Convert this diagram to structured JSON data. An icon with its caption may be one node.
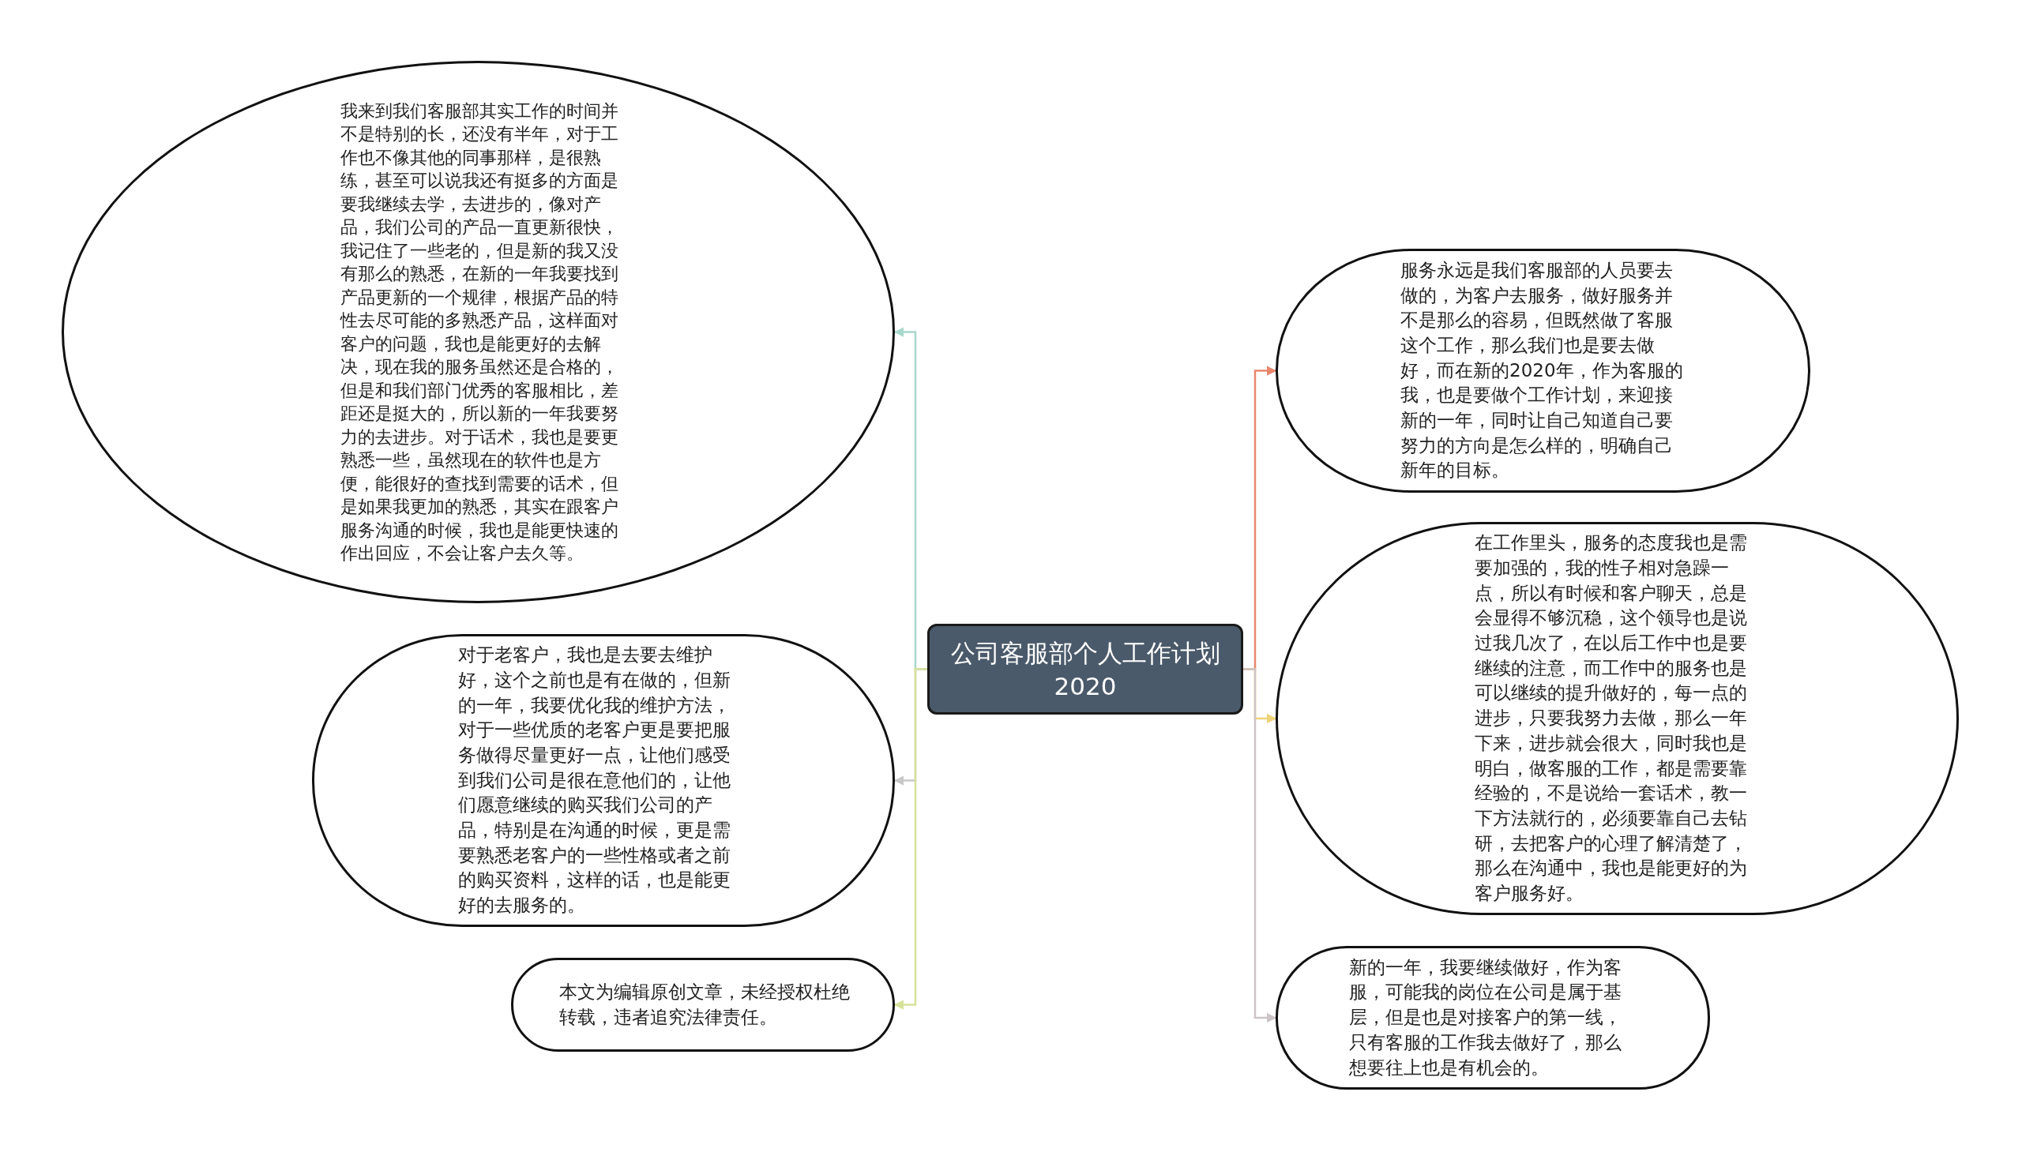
{
  "diagram": {
    "nodes": [
      {
        "text": [
          "公司客服部个人工作计划2020"
        ]
      },
      {
        "text": [
          "我来到我们客服部其实工作的时间并不是特别的长，还没有半年，对于工作也不像其他的同事那样，是很熟练，甚至可以说我还有挺多的方面是要我继续去学，去进步的，像对产品，我们公司的产品一直更新很快，我记住了一些老的，但是新的我又没有那么的熟悉，在新的一年我要找到产品更新的一个规律，根据产品的特性去尽可能的多熟悉产品，这样面对客户的问题，我也是能更好的去解决，现在我的服务虽然还是合格的，但是和我们部门优秀的客服相比，差距还是挺大的，所以新的一年我要努力的去进步。对于话术，我也是要更熟悉一些，虽然现在的软件也是方便，能很好的查找到需要的话术，但是如果我更加的熟悉，其实在跟客户服务沟通的时候，我也是能更快速的作出回应，不会让客户去久等。"
        ]
      },
      {
        "text": [
          "对于老客户，我也是去要去维护好，这个之前也是有在做的，但新的一年，我要优化我的维护方法，对于一些优质的老客户更是要把服务做得尽量更好一点，让他们感受到我们公司是很在意他们的，让他们愿意继续的购买我们公司的产品，特别是在沟通的时候，更是需要熟悉老客户的一些性格或者之前的购买资料，这样的话，也是能更好的去服务的。"
        ]
      },
      {
        "text": [
          "本文为编辑原创文章，未经授权杜绝转载，违者追究法律责任。"
        ]
      },
      {
        "text": [
          "服务永远是我们客服部的人员要去做的，为客户去服务，做好服务并不是那么的容易，但既然做了客服这个工作，那么我们也是要去做好，而在新的2020年，作为客服的我，也是要做个工作计划，来迎接新的一年，同时让自己知道自己要努力的方向是怎么样的，明确自己新年的目标。"
        ]
      },
      {
        "text": [
          "在工作里头，服务的态度我也是需要加强的，我的性子相对急躁一点，所以有时候和客户聊天，总是会显得不够沉稳，这个领导也是说过我几次了，在以后工作中也是要继续的注意，而工作中的服务也是可以继续的提升做好的，每一点的进步，只要我努力去做，那么一年下来，进步就会很大，同时我也是明白，做客服的工作，都是需要靠经验的，不是说给一套话术，教一下方法就行的，必须要靠自己去钻研，去把客户的心理了解清楚了，那么在沟通中，我也是能更好的为客户服务好。"
        ]
      },
      {
        "text": [
          "新的一年，我要继续做好，作为客服，可能我的岗位在公司是属于基层，但是也是对接客户的第一线，只有客服的工作我去做好了，那么想要往上也是有机会的。"
        ]
      }
    ],
    "edges": [
      {
        "from": 0,
        "to": 1,
        "arrow": "to",
        "color": "#a8d8cc"
      },
      {
        "from": 0,
        "to": 2,
        "arrow": "to",
        "color": "#c8c8c8"
      },
      {
        "from": 0,
        "to": 3,
        "arrow": "to",
        "color": "#d6e29a"
      },
      {
        "from": 0,
        "to": 4,
        "arrow": "to",
        "color": "#e8866c"
      },
      {
        "from": 0,
        "to": 5,
        "arrow": "to",
        "color": "#f0d27a"
      },
      {
        "from": 0,
        "to": 6,
        "arrow": "to",
        "color": "#cdc4c8"
      }
    ]
  }
}
